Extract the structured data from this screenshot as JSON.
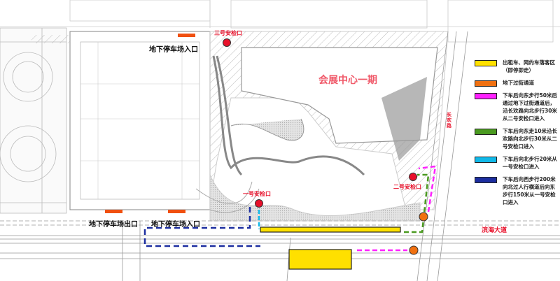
{
  "map": {
    "title": "会展中心一期",
    "roads": {
      "south": "滨海大道",
      "east": "长欢路"
    },
    "checkpoints": [
      {
        "id": "1",
        "label": "一号安检口"
      },
      {
        "id": "2",
        "label": "二号安检口"
      },
      {
        "id": "3",
        "label": "三号安检口"
      }
    ],
    "parking": {
      "top_entry": "地下停车场入口",
      "bottom_exit": "地下停车场出口",
      "bottom_entry": "地下停车场入口"
    },
    "colors": {
      "checkpoint": "#e8102a",
      "taxi": "#ffe000",
      "underpass": "#f07010",
      "route1": "#ff20ff",
      "route2": "#4a9a20",
      "route3": "#10b8e8",
      "route4": "#1c2ea0"
    }
  },
  "legend": [
    {
      "color": "#ffe000",
      "text": "出租车、网约车落客区（即停即走）"
    },
    {
      "color": "#f07010",
      "text": "地下过街通道"
    },
    {
      "color": "#ff20ff",
      "text": "下车后向东步行50米后通过地下过街通道后，沿长欢路向北步行30米从二号安检口进入"
    },
    {
      "color": "#4a9a20",
      "text": "下车后向东走10米沿长欢路向北步行30米从二号安检口进入"
    },
    {
      "color": "#10b8e8",
      "text": "下车后向北步行20米从一号安检口进入"
    },
    {
      "color": "#1c2ea0",
      "text": "下车后向西步行200米向北过人行横道后向东步行150米从一号安检口进入"
    }
  ]
}
